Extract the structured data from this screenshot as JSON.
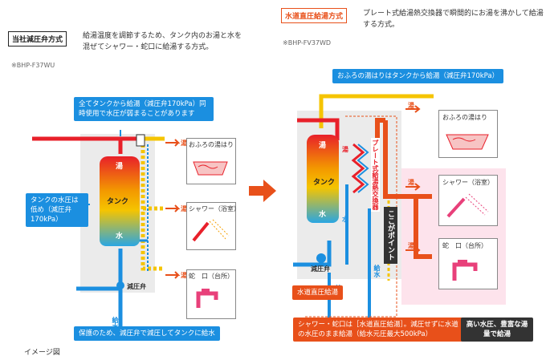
{
  "left": {
    "method_tag": "当社減圧弁方式",
    "description": "給湯温度を調節するため、タンク内のお湯と水を混ぜてシャワー・蛇口に給湯する方式。",
    "model": "※BHP-F37WU",
    "callout_top": "全てタンクから給湯（減圧弁170kPa）同時使用で水圧が弱まることがあります",
    "callout_left": "タンクの水圧は低め（減圧弁170kPa）",
    "callout_bottom": "保護のため、減圧弁で減圧してタンクに給水",
    "tank_top": "湯",
    "tank_mid": "タンク",
    "tank_bottom": "水",
    "valve_label": "減圧弁",
    "supply_label": "給水",
    "image_note": "イメージ図",
    "flow_label_1": "湯",
    "flow_label_2": "湯",
    "flow_label_3": "湯",
    "bath": "おふろの湯はり",
    "shower": "シャワー（浴室）",
    "faucet": "蛇　口（台所）"
  },
  "right": {
    "method_tag": "水道直圧給湯方式",
    "description": "プレート式給湯熱交換器で瞬間的にお湯を沸かして給湯する方式。",
    "model": "※BHP-FV37WD",
    "callout_top": "おふろの湯はりはタンクから給湯（減圧弁170kPa）",
    "callout_direct": "水道直圧給湯",
    "callout_bottom": "シャワー・蛇口は［水道直圧給湯］。減圧せずに水道の水圧のまま給湯（給水元圧最大500kPa）",
    "callout_dark": "高い水圧、豊富な湯量で給湯",
    "exchanger": "プレート式給湯熱交換器",
    "point": "ここがポイント",
    "tank_mid": "タンク",
    "tank_top": "湯",
    "tank_bottom": "水",
    "hot_short": "湯",
    "water_short": "水",
    "valve_label": "減圧弁",
    "supply_label": "給水",
    "supply_label_2": "給水",
    "flow_label_1": "湯",
    "flow_label_2": "湯",
    "flow_label_3": "湯",
    "bath": "おふろの湯はり",
    "shower": "シャワー（浴室）",
    "faucet": "蛇　口（台所）"
  },
  "colors": {
    "hot": "#e8202a",
    "warm": "#f5c400",
    "cold": "#1b8fe0",
    "accent": "#e8501a",
    "pink_zone": "#fde3ec"
  }
}
